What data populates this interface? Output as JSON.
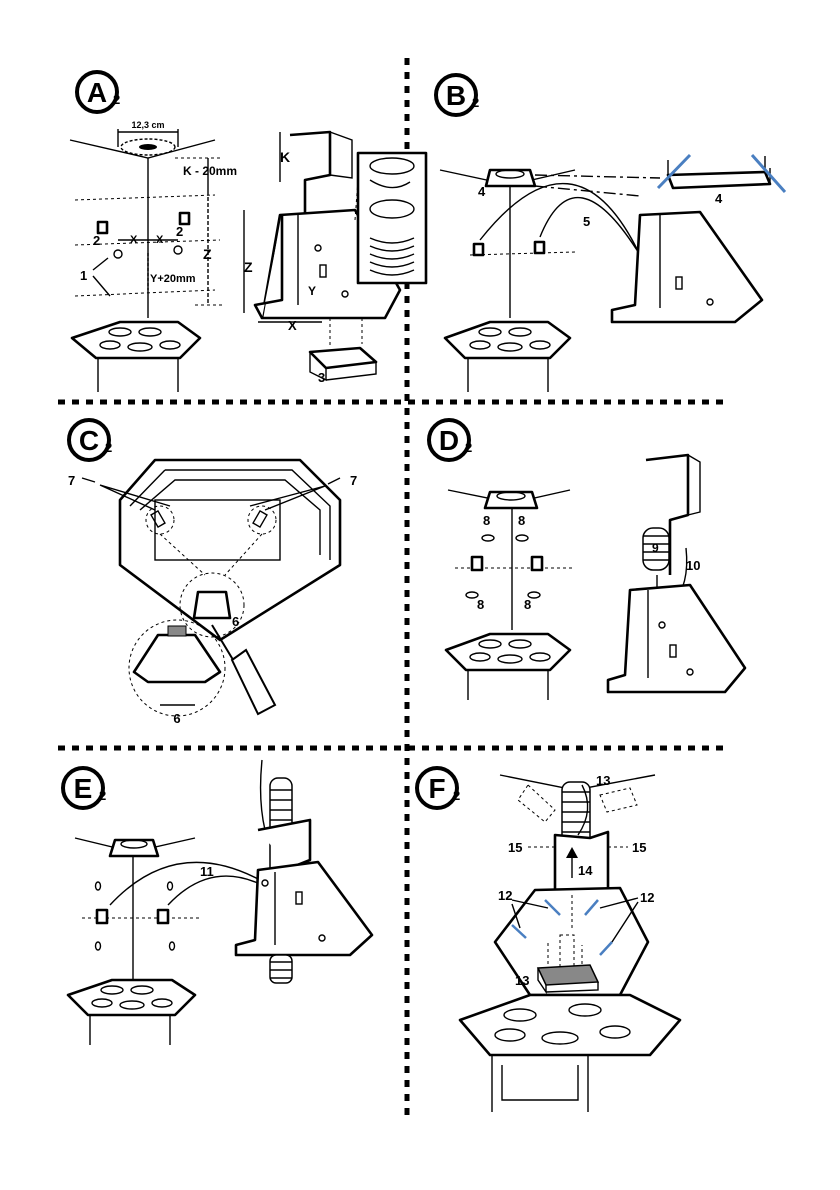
{
  "panels": [
    {
      "id": "A",
      "letter": "A",
      "sub": "2",
      "labels": {
        "dim_top": "12,3 cm",
        "k_offset": "K - 20mm",
        "y_offset": "Y+20mm",
        "x1": "X",
        "x2": "X",
        "z_left": "Z",
        "k": "K",
        "z_right": "Z",
        "y": "Y",
        "x_bottom": "X",
        "n1": "1",
        "n2a": "2",
        "n2b": "2",
        "n3": "3"
      }
    },
    {
      "id": "B",
      "letter": "B",
      "sub": "2",
      "labels": {
        "n4a": "4",
        "n4b": "4",
        "n5": "5"
      }
    },
    {
      "id": "C",
      "letter": "C",
      "sub": "2",
      "labels": {
        "n7a": "7",
        "n7b": "7",
        "n6a": "6",
        "n6b": "6"
      }
    },
    {
      "id": "D",
      "letter": "D",
      "sub": "2",
      "labels": {
        "n8a": "8",
        "n8b": "8",
        "n8c": "8",
        "n8d": "8",
        "n9": "9",
        "n10": "10"
      }
    },
    {
      "id": "E",
      "letter": "E",
      "sub": "2",
      "labels": {
        "n11": "11"
      }
    },
    {
      "id": "F",
      "letter": "F",
      "sub": "2",
      "labels": {
        "n13a": "13",
        "n15a": "15",
        "n15b": "15",
        "n14": "14",
        "n12a": "12",
        "n12b": "12",
        "n13b": "13"
      }
    }
  ]
}
